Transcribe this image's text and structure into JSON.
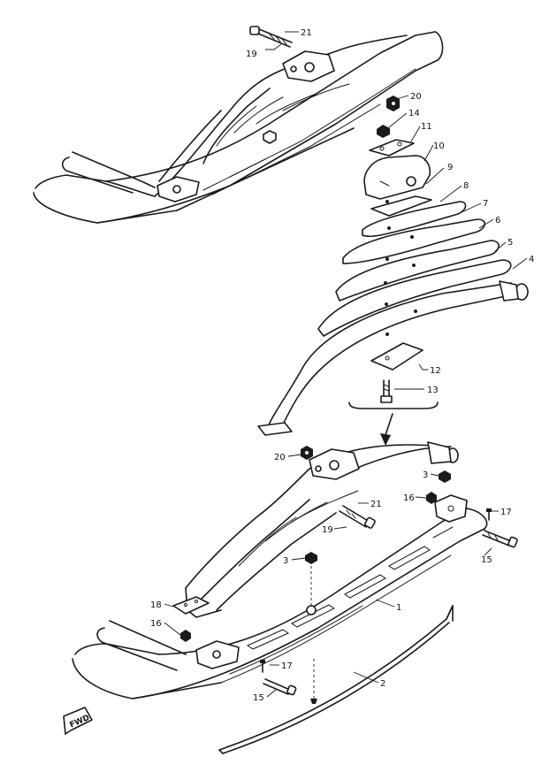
{
  "callouts": [
    {
      "id": "c21a",
      "text": "21"
    },
    {
      "id": "c19a",
      "text": "19"
    },
    {
      "id": "c20a",
      "text": "20"
    },
    {
      "id": "c14",
      "text": "14"
    },
    {
      "id": "c11",
      "text": "11"
    },
    {
      "id": "c10",
      "text": "10"
    },
    {
      "id": "c9",
      "text": "9"
    },
    {
      "id": "c8",
      "text": "8"
    },
    {
      "id": "c7",
      "text": "7"
    },
    {
      "id": "c6",
      "text": "6"
    },
    {
      "id": "c5",
      "text": "5"
    },
    {
      "id": "c4",
      "text": "4"
    },
    {
      "id": "c12",
      "text": "12"
    },
    {
      "id": "c13",
      "text": "13"
    },
    {
      "id": "c20b",
      "text": "20"
    },
    {
      "id": "c3a",
      "text": "3"
    },
    {
      "id": "c16a",
      "text": "16"
    },
    {
      "id": "c17a",
      "text": "17"
    },
    {
      "id": "c21b",
      "text": "21"
    },
    {
      "id": "c19b",
      "text": "19"
    },
    {
      "id": "c15a",
      "text": "15"
    },
    {
      "id": "c3b",
      "text": "3"
    },
    {
      "id": "c1",
      "text": "1"
    },
    {
      "id": "c18",
      "text": "18"
    },
    {
      "id": "c16b",
      "text": "16"
    },
    {
      "id": "c17b",
      "text": "17"
    },
    {
      "id": "c2",
      "text": "2"
    },
    {
      "id": "c15b",
      "text": "15"
    }
  ],
  "front_stamp": "FWD"
}
